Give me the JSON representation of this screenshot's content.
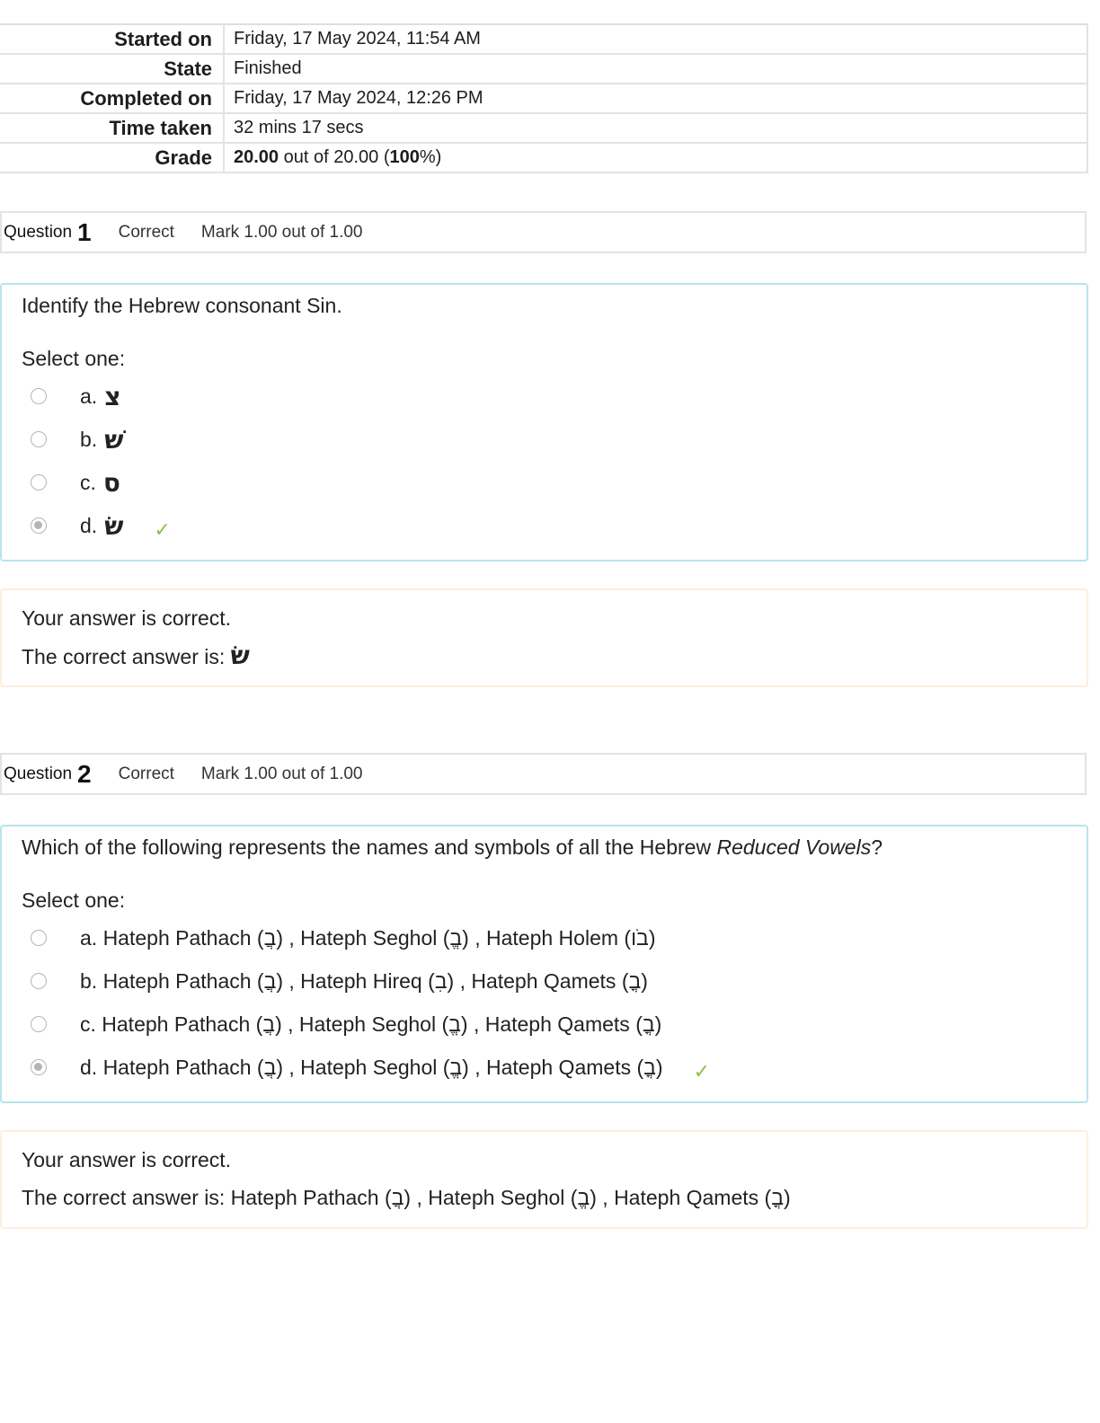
{
  "summary": {
    "rows": [
      {
        "label": "Started on",
        "value": "Friday, 17 May 2024, 11:54 AM"
      },
      {
        "label": "State",
        "value": "Finished"
      },
      {
        "label": "Completed on",
        "value": "Friday, 17 May 2024, 12:26 PM"
      },
      {
        "label": "Time taken",
        "value": "32 mins 17 secs"
      }
    ],
    "grade": {
      "label": "Grade",
      "score": "20.00",
      "mid": " out of 20.00 (",
      "percent": "100",
      "end": "%)"
    }
  },
  "q1": {
    "label": "Question",
    "number": "1",
    "state": "Correct",
    "mark": "Mark 1.00 out of 1.00",
    "prompt": "Identify the Hebrew consonant Sin.",
    "select": "Select one:",
    "options": [
      {
        "letter": "a.",
        "glyph": "צ"
      },
      {
        "letter": "b.",
        "glyph": "שׁ"
      },
      {
        "letter": "c.",
        "glyph": "ס"
      },
      {
        "letter": "d.",
        "glyph": "שׂ"
      }
    ],
    "check": "✓",
    "feedback": "Your answer is correct.",
    "answer_label": "The correct answer is: ",
    "answer_glyph": "שׂ"
  },
  "q2": {
    "label": "Question",
    "number": "2",
    "state": "Correct",
    "mark": "Mark 1.00 out of 1.00",
    "prompt_pre": "Which of the following represents the names and symbols of all the Hebrew ",
    "prompt_em": "Reduced Vowels",
    "prompt_post": "?",
    "select": "Select one:",
    "options": [
      {
        "text": "a. Hateph Pathach (בֲ) , Hateph Seghol (בֱ) , Hateph Holem (בֹו)"
      },
      {
        "text": "b. Hateph Pathach (בֲ) , Hateph Hireq (בִ) , Hateph Qamets (בֳ)"
      },
      {
        "text": "c. Hateph Pathach (בֲ) , Hateph Seghol (בֱ) , Hateph Qamets (בֳ)"
      },
      {
        "text": "d. Hateph Pathach (בֲ) , Hateph Seghol (בֱ) , Hateph Qamets (בֳ)"
      }
    ],
    "check": "✓",
    "feedback": "Your answer is correct.",
    "answer": "The correct answer is: Hateph Pathach (בֲ) , Hateph Seghol (בֱ) , Hateph Qamets (בֳ)"
  }
}
